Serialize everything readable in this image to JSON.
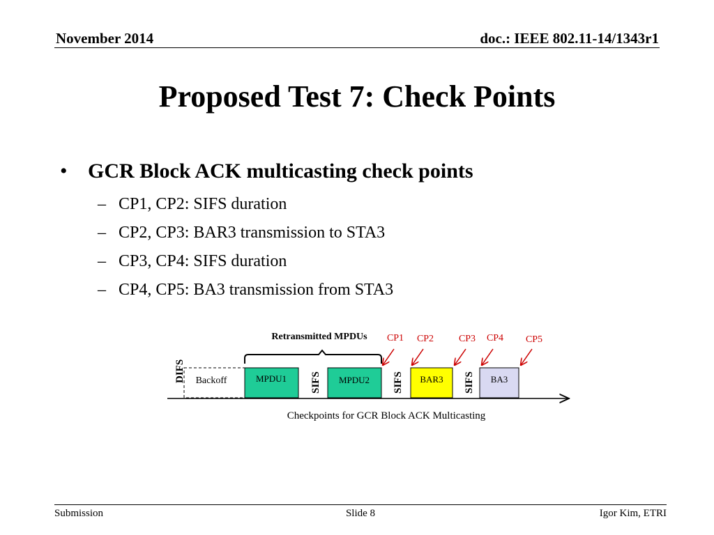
{
  "header": {
    "date": "November 2014",
    "doc": "doc.: IEEE 802.11-14/1343r1"
  },
  "title": "Proposed Test 7: Check Points",
  "bullet": {
    "symbol": "•",
    "text": "GCR Block ACK multicasting check points",
    "items": [
      "CP1, CP2: SIFS duration",
      "CP2, CP3: BAR3 transmission to STA3",
      "CP3, CP4: SIFS duration",
      "CP4, CP5: BA3 transmission from STA3"
    ]
  },
  "diagram": {
    "brace_label": "Retransmitted MPDUs",
    "checkpoints": [
      "CP1",
      "CP2",
      "CP3",
      "CP4",
      "CP5"
    ],
    "difs": "DIFS",
    "sifs": "SIFS",
    "frames": {
      "backoff": "Backoff",
      "mpdu1": "MPDU1",
      "mpdu2": "MPDU2",
      "bar3": "BAR3",
      "ba3": "BA3"
    },
    "caption": "Checkpoints for GCR Block ACK Multicasting",
    "colors": {
      "mpdu": "#1fcc97",
      "bar": "#ffff00",
      "ba": "#d9d9f2",
      "checkpoint": "#cc0000"
    }
  },
  "footer": {
    "left": "Submission",
    "center": "Slide 8",
    "right": "Igor Kim, ETRI"
  }
}
